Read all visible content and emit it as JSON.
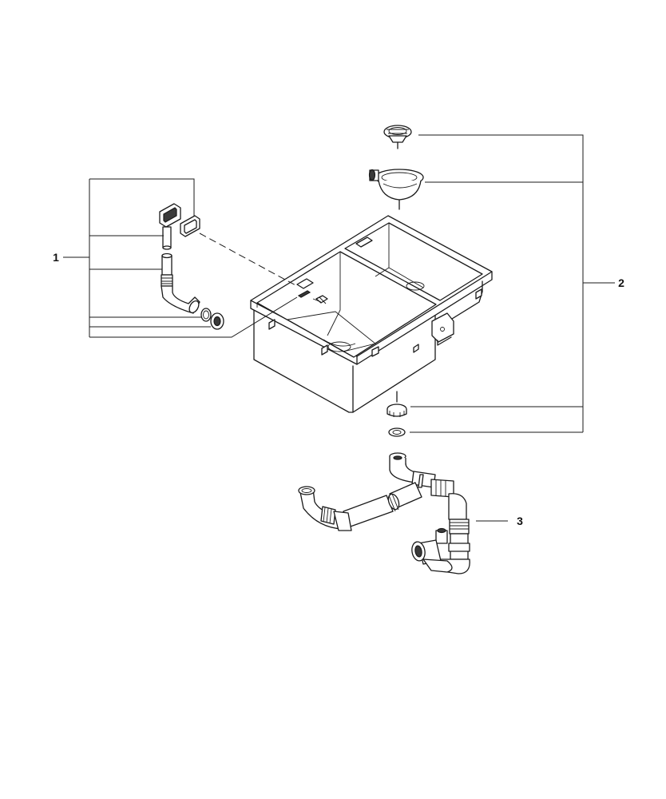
{
  "callouts": [
    {
      "id": "1",
      "label": "1"
    },
    {
      "id": "2",
      "label": "2"
    },
    {
      "id": "3",
      "label": "3"
    }
  ],
  "colors": {
    "line": "#1a1a1a",
    "fill": "#ffffff",
    "shade": "#3a3a3a"
  },
  "icons": {
    "sink": "double-bowl-sink-drawing",
    "overflow_kit": "overflow-fitting-parts",
    "strainer_kit": "basket-strainer-parts",
    "trap": "drain-trap-assembly"
  }
}
